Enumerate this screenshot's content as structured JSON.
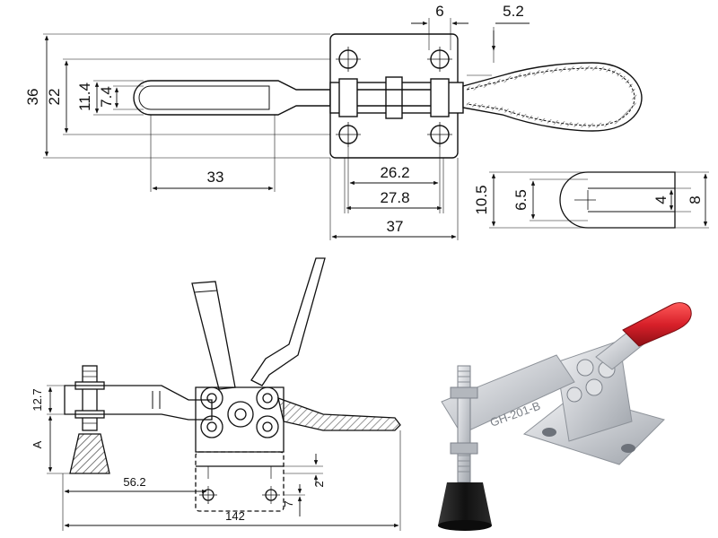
{
  "top_view": {
    "dims": {
      "d36": "36",
      "d22": "22",
      "d11_4": "11.4",
      "d7_4": "7.4",
      "d33": "33",
      "d6": "6",
      "d5_2": "5.2",
      "d26_2": "26.2",
      "d27_8": "27.8",
      "d37": "37"
    }
  },
  "arm_detail": {
    "dims": {
      "d10_5": "10.5",
      "d6_5": "6.5",
      "d4": "4",
      "d8": "8"
    }
  },
  "side_view": {
    "dims": {
      "d12_7": "12.7",
      "dA": "A",
      "d56_2": "56.2",
      "d142": "142",
      "d2": "2",
      "d7": "7"
    }
  },
  "photo": {
    "model_label": "GH-201-B",
    "colors": {
      "handle": "#d8202a",
      "metal": "#c9ccd1",
      "rubber": "#1b1b1b",
      "bolt": "#b9bcc2"
    }
  }
}
